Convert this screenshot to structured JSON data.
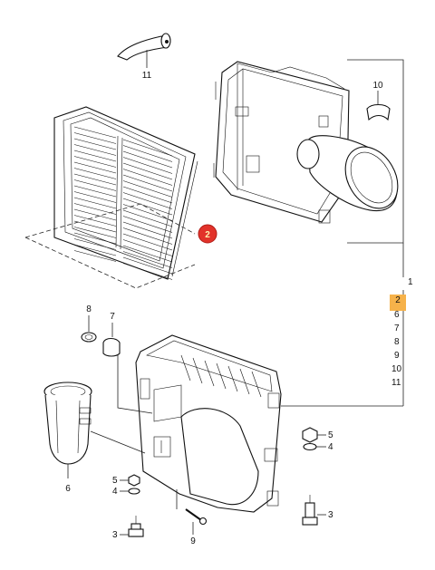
{
  "callouts": {
    "filter_element": "2",
    "intake_hose": "11",
    "clip": "10",
    "main_ref": "1",
    "rubber_mount": "7",
    "clamp_top": "8",
    "boot": "6",
    "nut_right": "5",
    "washer_right": "4",
    "stud_right": "3",
    "nut_left": "5",
    "washer_left": "4",
    "stud_left": "3",
    "screw": "9"
  },
  "index_list": {
    "items": [
      "1",
      "2",
      "6",
      "7",
      "8",
      "9",
      "10",
      "11"
    ],
    "highlighted": "2"
  },
  "colors": {
    "badge": "#e2322a",
    "highlight": "#f6b24a",
    "line": "#222222"
  }
}
